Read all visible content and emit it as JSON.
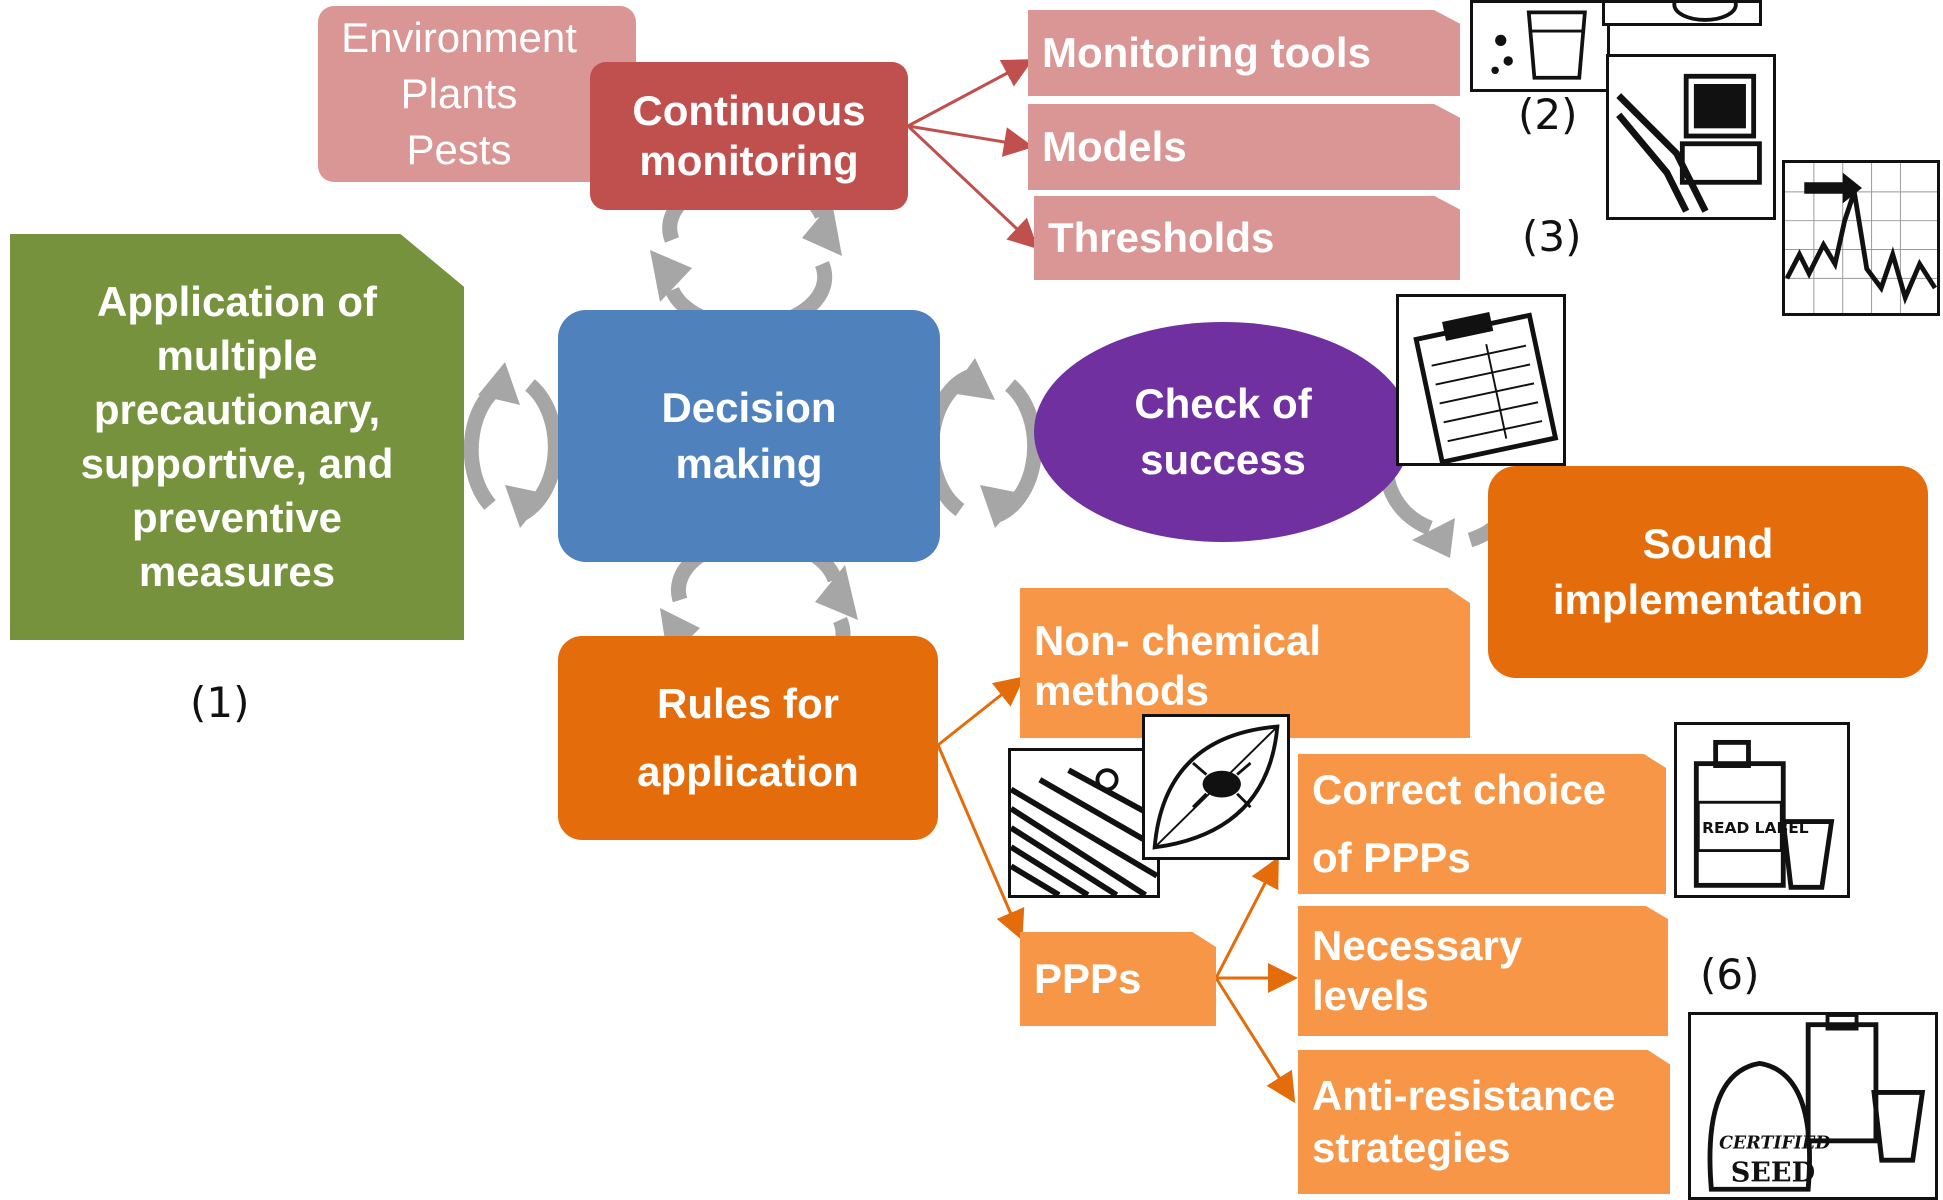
{
  "nodes": {
    "environment": {
      "lines": [
        "Environment",
        "Plants",
        "Pests"
      ]
    },
    "continuous_monitoring": {
      "lines": [
        "Continuous",
        "monitoring"
      ]
    },
    "monitoring_tools": {
      "label": "Monitoring tools"
    },
    "models": {
      "label": "Models"
    },
    "thresholds": {
      "label": "Thresholds"
    },
    "application": {
      "lines": [
        "Application of",
        "multiple",
        "precautionary,",
        "supportive, and",
        "preventive",
        "measures"
      ]
    },
    "decision_making": {
      "lines": [
        "Decision",
        "making"
      ]
    },
    "check_of_success": {
      "lines": [
        "Check of",
        "success"
      ]
    },
    "sound_implementation": {
      "lines": [
        "Sound",
        "implementation"
      ]
    },
    "rules_for_application": {
      "lines": [
        "Rules for",
        "application"
      ]
    },
    "non_chemical": {
      "lines": [
        "Non- chemical",
        "methods"
      ]
    },
    "ppps": {
      "label": "PPPs"
    },
    "correct_choice": {
      "lines": [
        "Correct choice",
        "of PPPs"
      ]
    },
    "necessary_levels": {
      "lines": [
        "Necessary",
        "levels"
      ]
    },
    "anti_resistance": {
      "lines": [
        "Anti-resistance",
        "strategies"
      ]
    }
  },
  "numbers": {
    "n1": "(1)",
    "n2": "(2)",
    "n3": "(3)",
    "n6": "(6)"
  },
  "picture_text": {
    "read_label": "READ LABEL",
    "certified_seed": [
      "CERTIFIED",
      "SEED"
    ]
  },
  "colors": {
    "pink": "#d99694",
    "dark_red": "#c0504d",
    "green": "#76923c",
    "blue": "#4f81bd",
    "purple": "#7030a0",
    "dark_orange": "#e46c0a",
    "light_orange": "#f79646",
    "cycle_grey": "#a6a6a6"
  }
}
